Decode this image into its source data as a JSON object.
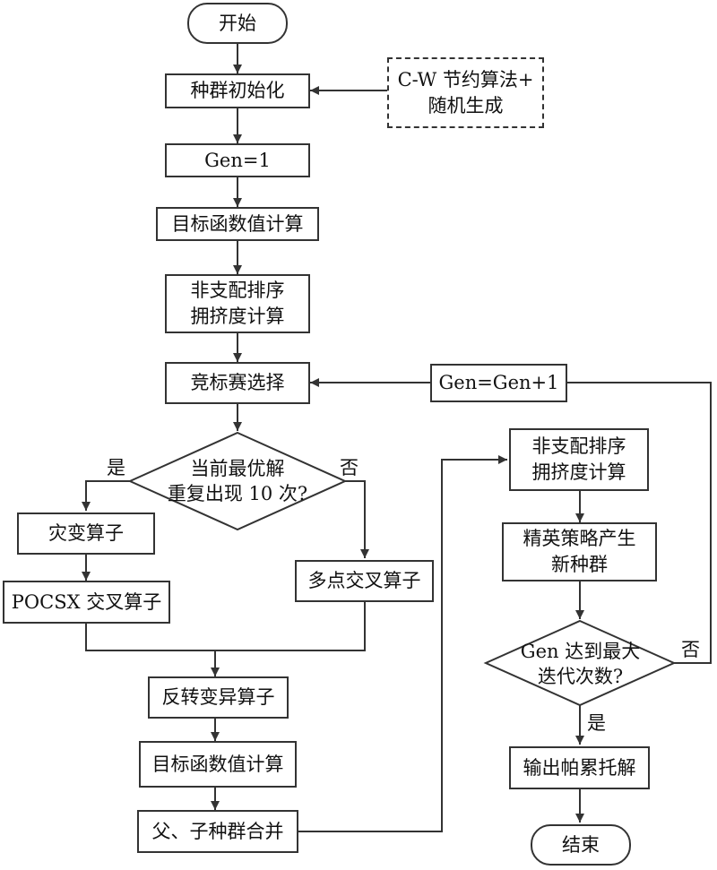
{
  "nodes": {
    "start": "开始",
    "init": "种群初始化",
    "cw": "C-W 节约算法+\n随机生成",
    "gen1": "Gen=1",
    "obj1": "目标函数值计算",
    "sort1": "非支配排序\n拥挤度计算",
    "tournament": "竞标赛选择",
    "decision1": "当前最优解\n重复出现 10 次?",
    "mutation": "灾变算子",
    "pocsx": "POCSX 交叉算子",
    "multipoint": "多点交叉算子",
    "invert": "反转变异算子",
    "obj2": "目标函数值计算",
    "merge": "父、子种群合并",
    "sort2": "非支配排序\n拥挤度计算",
    "elite": "精英策略产生\n新种群",
    "decision2": "Gen 达到最大\n迭代次数?",
    "output": "输出帕累托解",
    "end": "结束",
    "geninc": "Gen=Gen+1"
  },
  "labels": {
    "d1_yes": "是",
    "d1_no": "否",
    "d2_yes": "是",
    "d2_no": "否"
  },
  "colors": {
    "line": "#333333",
    "text": "#111111",
    "background": "#ffffff"
  }
}
